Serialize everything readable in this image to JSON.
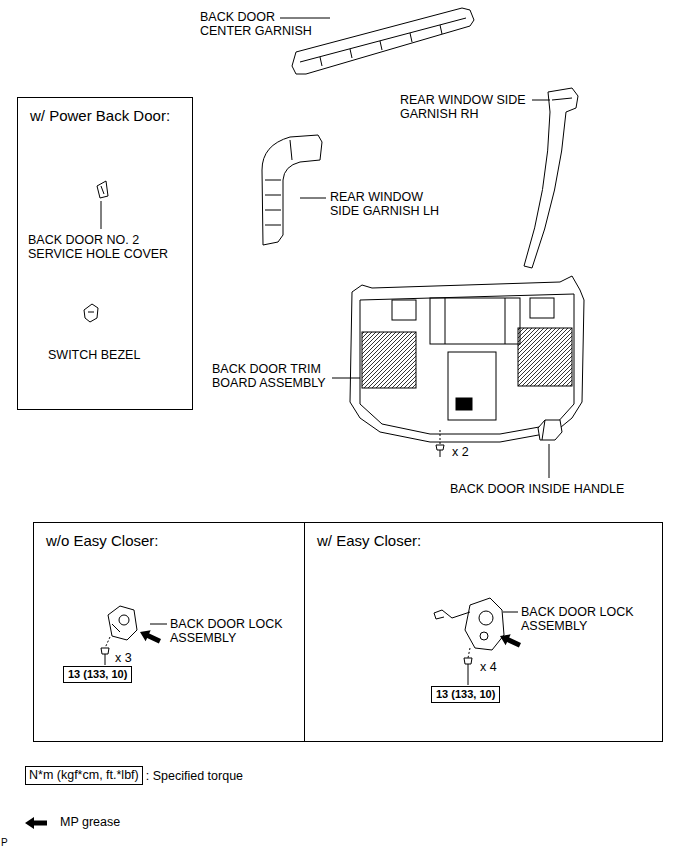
{
  "diagram": {
    "nodes": [
      {
        "text": [
          "w/ Power Back Door:"
        ]
      },
      {
        "text": [
          "w/o Easy Closer:"
        ]
      },
      {
        "text": [
          "w/ Easy Closer:"
        ]
      },
      {
        "text": [
          "13 (133, 10)"
        ],
        "in": 1
      },
      {
        "text": [
          "13 (133, 10)"
        ],
        "in": 2
      },
      {
        "text": [
          "N*m (kgf*cm, ft.*lbf)"
        ]
      }
    ],
    "labels": [
      "BACK DOOR CENTER GARNISH",
      "REAR WINDOW SIDE GARNISH RH",
      "REAR WINDOW SIDE GARNISH LH",
      "BACK DOOR NO. 2 SERVICE HOLE COVER",
      "SWITCH BEZEL",
      "BACK DOOR TRIM BOARD ASSEMBLY",
      "x 2",
      "BACK DOOR INSIDE HANDLE",
      "BACK DOOR LOCK ASSEMBLY",
      "x 3",
      "BACK DOOR LOCK ASSEMBLY",
      "x 4",
      ": Specified torque",
      "P"
    ],
    "legend": [
      {
        "text": "MP grease"
      }
    ]
  }
}
